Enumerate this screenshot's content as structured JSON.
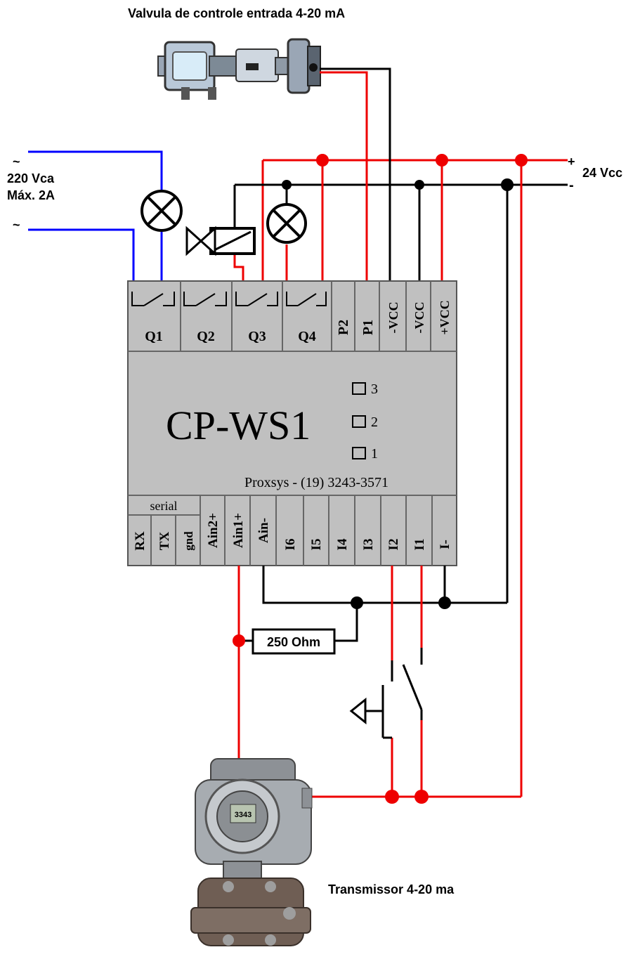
{
  "title": "Valvula de controle entrada 4-20 mA",
  "ac_supply": {
    "tilde_top": "~",
    "tilde_bottom": "~",
    "voltage": "220 Vca",
    "max_current": "Máx. 2A"
  },
  "dc_supply": {
    "plus": "+",
    "minus": "-",
    "voltage": "24 Vcc"
  },
  "device": {
    "name": "CP-WS1",
    "vendor": "Proxsys - (19) 3243-3571",
    "leds": [
      "3",
      "2",
      "1"
    ],
    "top_terminals": [
      "Q1",
      "Q2",
      "Q3",
      "Q4",
      "P2",
      "P1",
      "-VCC",
      "-VCC",
      "+VCC"
    ],
    "serial_label": "serial",
    "bottom_terminals": [
      "RX",
      "TX",
      "gnd",
      "Ain2+",
      "Ain1+",
      "Ain-",
      "I6",
      "I5",
      "I4",
      "I3",
      "I2",
      "I1",
      "I-"
    ]
  },
  "resistor": "250 Ohm",
  "transmitter": "Transmissor 4-20 ma",
  "transmitter_display": "3343",
  "colors": {
    "positive_wire": "#ee0000",
    "negative_wire": "#000000",
    "ac_wire": "#0000ff",
    "device_body": "#c0c0c0"
  }
}
